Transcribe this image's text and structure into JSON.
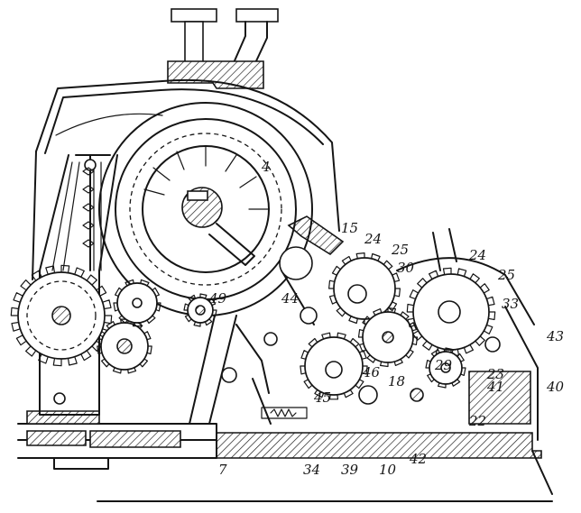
{
  "figure": {
    "labels": {
      "n4": "4",
      "n7": "7",
      "n10": "10",
      "n15": "15",
      "n18": "18",
      "n22": "22",
      "n23": "23",
      "n24a": "24",
      "n24b": "24",
      "n25a": "25",
      "n25b": "25",
      "n29": "29",
      "n30": "30",
      "n33": "33",
      "n34": "34",
      "n39": "39",
      "n40": "40",
      "n41": "41",
      "n42": "42",
      "n43": "43",
      "n44": "44",
      "n45": "45",
      "n46": "46",
      "n49": "49"
    }
  }
}
